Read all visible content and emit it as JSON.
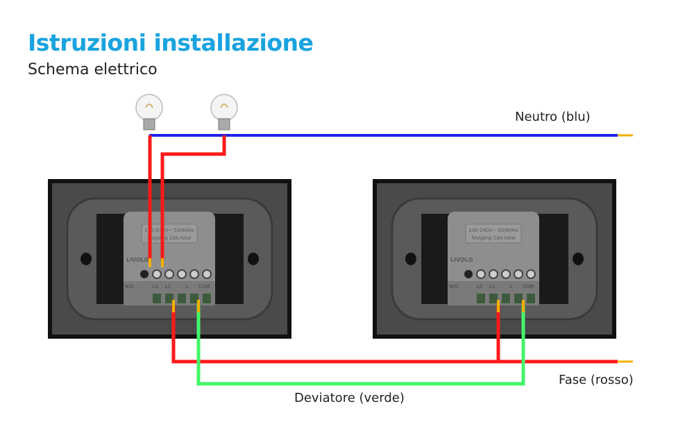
{
  "header": {
    "title": "Istruzioni installazione",
    "subtitle": "Schema elettrico"
  },
  "labels": {
    "neutral": "Neutro (blu)",
    "phase": "Fase (rosso)",
    "traveler": "Deviatore (verde)"
  },
  "module": {
    "brand": "LIVOLO",
    "rating1": "100-240V~ 50/60Hz",
    "rating2": "5A/gang 10A total",
    "terminals": [
      "N/G",
      "L2",
      "L1",
      "L",
      "COM"
    ]
  },
  "colors": {
    "title": "#1aa3df",
    "neutral": "#1e22e6",
    "phase": "#ff1a1a",
    "traveler": "#44f56a",
    "wire_tip": "#f5b000"
  }
}
